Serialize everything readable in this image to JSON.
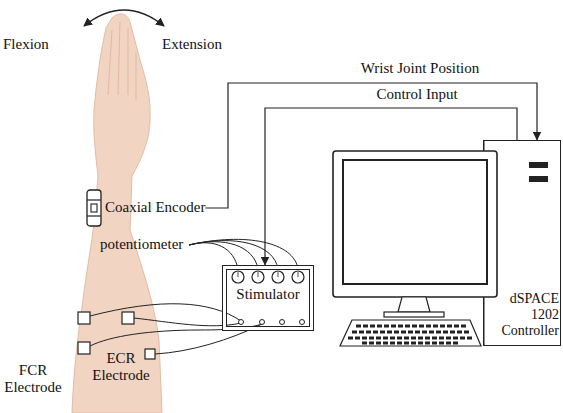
{
  "diagram": {
    "nodes": [
      {
        "text": [
          "Coaxial Encoder"
        ]
      },
      {
        "text": [
          "Stimulator"
        ]
      },
      {
        "text": [
          "dSPACE 1202 Controller"
        ]
      }
    ],
    "edges": [
      {
        "from": 0,
        "to": 2,
        "arrow": "to",
        "label": "Wrist Joint Position"
      },
      {
        "from": 2,
        "to": 1,
        "arrow": "to",
        "label": "Control Input"
      }
    ],
    "labels": [
      "Flexion",
      "Extension",
      "potentiometer",
      "FCR Electrode",
      "ECR Electrode"
    ]
  }
}
